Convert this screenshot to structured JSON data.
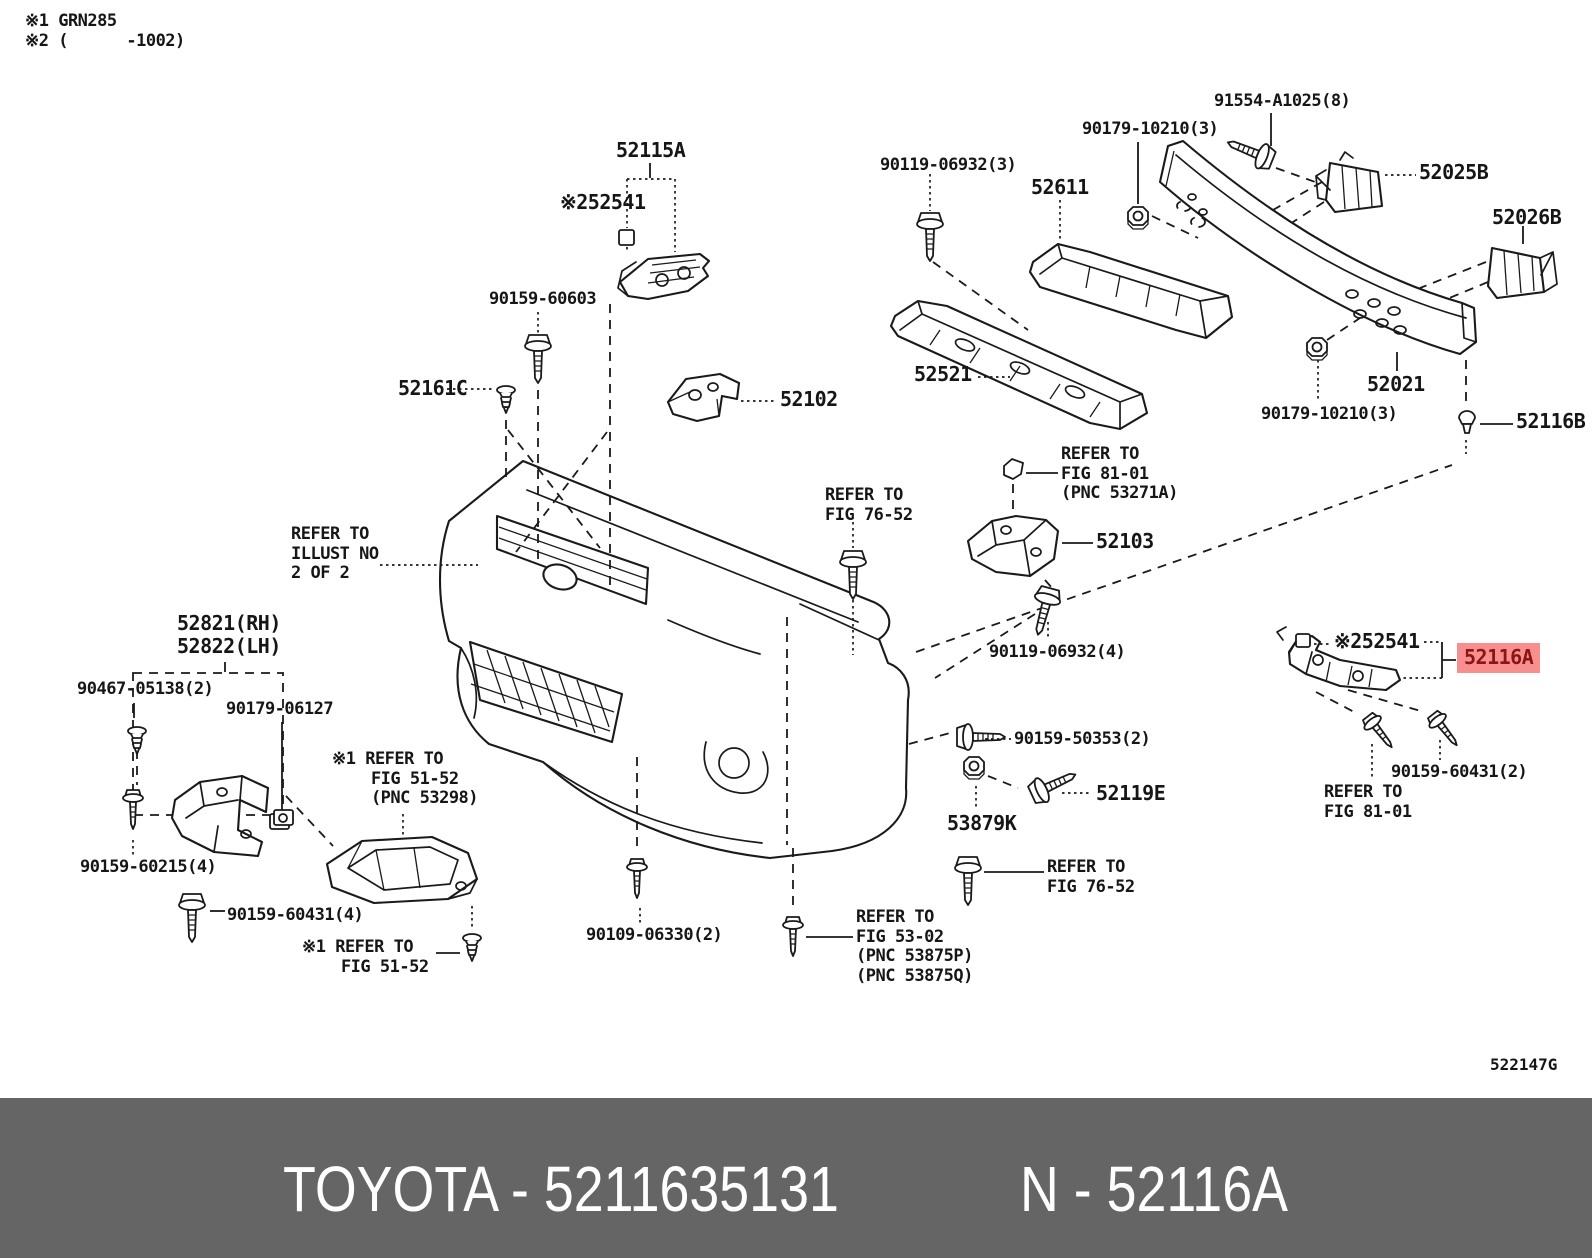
{
  "notes": {
    "note1": "※1 GRN285",
    "note2": "※2 (      -1002)"
  },
  "figure_code": "522147G",
  "banner": {
    "brand_part": "TOYOTA - 5211635131",
    "part_code": "N - 52116A",
    "bg": "#656565",
    "text_color": "#ffffff"
  },
  "highlight": {
    "bg": "#f78f8f",
    "text": "#8b1414"
  },
  "labels": {
    "l52115a": "52115A",
    "l52541_top": "※252541",
    "l90159_60603": "90159-60603",
    "l52161c": "52161C",
    "l52102": "52102",
    "l90119_06932_3": "90119-06932(3)",
    "l52611": "52611",
    "l90179_10210_3t": "90179-10210(3)",
    "l91554": "91554-A1025(8)",
    "l52025b": "52025B",
    "l52026b": "52026B",
    "l52521": "52521",
    "l52021": "52021",
    "l90179_10210_3b": "90179-10210(3)",
    "l52116b": "52116B",
    "lrefer_illust": "REFER TO\nILLUST NO\n2 OF 2",
    "lrefer7652_left": "REFER TO\nFIG 76-52",
    "lrefer8101_top": "REFER TO\nFIG 81-01\n(PNC 53271A)",
    "l52103": "52103",
    "l90119_06932_4": "90119-06932(4)",
    "l5282x": "52821(RH)\n52822(LH)",
    "l90467_05138": "90467-05138(2)",
    "l90179_06127": "90179-06127",
    "lfig5152_pnc": "※1 REFER TO\n    FIG 51-52\n    (PNC 53298)",
    "l90159_60215": "90159-60215(4)",
    "l90159_60431_4": "90159-60431(4)",
    "lfig5152_b": "※1 REFER TO\n    FIG 51-52",
    "l90109_06330": "90109-06330(2)",
    "lfig5302": "REFER TO\nFIG 53-02\n(PNC 53875P)\n(PNC 53875Q)",
    "lrefer7652_right": "REFER TO\nFIG 76-52",
    "l53879k": "53879K",
    "l52119e": "52119E",
    "l90159_50353": "90159-50353(2)",
    "l52541_right": "※252541",
    "l52116a": "52116A",
    "l90159_60431_2": "90159-60431(2)",
    "lrefer8101_right": "REFER TO\nFIG 81-01"
  }
}
